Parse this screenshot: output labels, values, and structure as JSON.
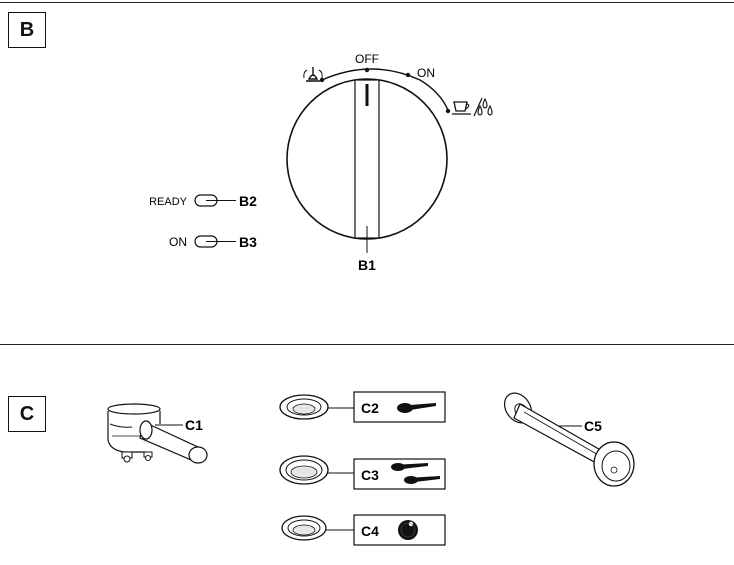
{
  "sections": {
    "b": {
      "label": "B"
    },
    "c": {
      "label": "C"
    }
  },
  "dial": {
    "off_label": "OFF",
    "on_label": "ON",
    "knob_label": "B1",
    "steam_icon": "steam-icon",
    "hot_water_icon": "cup-drops-icon"
  },
  "lamps": {
    "ready": {
      "text": "READY",
      "label": "B2"
    },
    "on": {
      "text": "ON",
      "label": "B3"
    }
  },
  "parts": {
    "filter_holder": {
      "label": "C1"
    },
    "one_cup_filter": {
      "label": "C2",
      "icon": "one-scoop-icon"
    },
    "two_cup_filter": {
      "label": "C3",
      "icon": "two-scoops-icon"
    },
    "pod_filter": {
      "label": "C4",
      "icon": "pod-icon"
    },
    "tamper": {
      "label": "C5"
    }
  }
}
